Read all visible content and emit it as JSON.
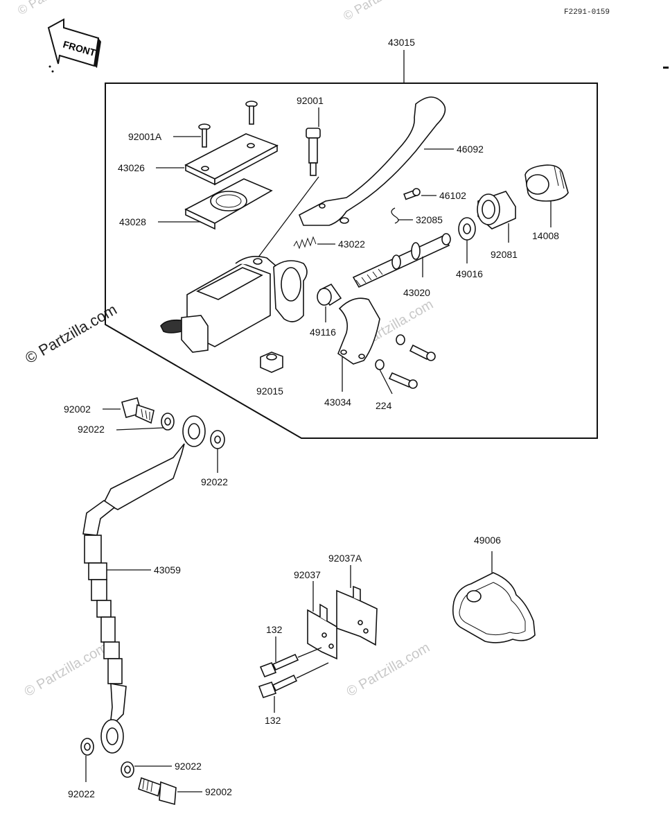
{
  "diagram": {
    "code": "F2291-0159",
    "front_label": "FRONT",
    "assembly_label": "43015",
    "watermarks": [
      "© Partzilla.com",
      "© Partzilla.com",
      "© Partzilla.com",
      "© Partzilla.com",
      "© Partzilla.com",
      "© Partzilla.com"
    ],
    "parts": [
      {
        "id": "p-92001A",
        "label": "92001A"
      },
      {
        "id": "p-43026",
        "label": "43026"
      },
      {
        "id": "p-43028",
        "label": "43028"
      },
      {
        "id": "p-92001",
        "label": "92001"
      },
      {
        "id": "p-46092",
        "label": "46092"
      },
      {
        "id": "p-46102",
        "label": "46102"
      },
      {
        "id": "p-32085",
        "label": "32085"
      },
      {
        "id": "p-14008",
        "label": "14008"
      },
      {
        "id": "p-92081",
        "label": "92081"
      },
      {
        "id": "p-49016",
        "label": "49016"
      },
      {
        "id": "p-43022",
        "label": "43022"
      },
      {
        "id": "p-43020",
        "label": "43020"
      },
      {
        "id": "p-49116",
        "label": "49116"
      },
      {
        "id": "p-92015",
        "label": "92015"
      },
      {
        "id": "p-43034",
        "label": "43034"
      },
      {
        "id": "p-224",
        "label": "224"
      },
      {
        "id": "p-92002-top",
        "label": "92002"
      },
      {
        "id": "p-92022-top-left",
        "label": "92022"
      },
      {
        "id": "p-92022-top-right",
        "label": "92022"
      },
      {
        "id": "p-43059",
        "label": "43059"
      },
      {
        "id": "p-92037A",
        "label": "92037A"
      },
      {
        "id": "p-92037",
        "label": "92037"
      },
      {
        "id": "p-132-top",
        "label": "132"
      },
      {
        "id": "p-132-bottom",
        "label": "132"
      },
      {
        "id": "p-49006",
        "label": "49006"
      },
      {
        "id": "p-92022-bottom-right",
        "label": "92022"
      },
      {
        "id": "p-92022-bottom-left",
        "label": "92022"
      },
      {
        "id": "p-92002-bottom",
        "label": "92002"
      }
    ]
  }
}
